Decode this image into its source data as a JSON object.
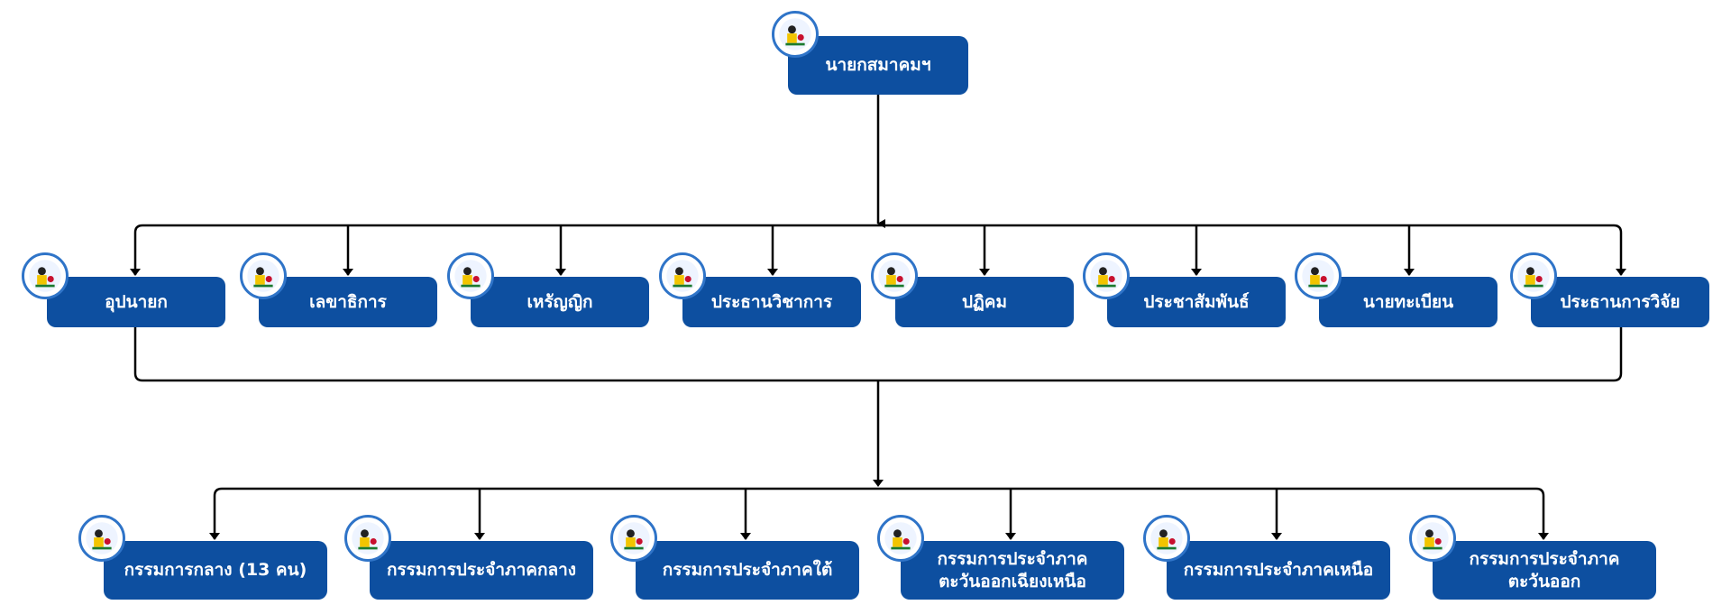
{
  "top": {
    "label": "นายกสมาคมฯ"
  },
  "officers": [
    {
      "label": "อุปนายก"
    },
    {
      "label": "เลขาธิการ"
    },
    {
      "label": "เหรัญญิก"
    },
    {
      "label": "ประธานวิชาการ"
    },
    {
      "label": "ปฏิคม"
    },
    {
      "label": "ประชาสัมพันธ์"
    },
    {
      "label": "นายทะเบียน"
    },
    {
      "label": "ประธานการวิจัย"
    }
  ],
  "committees": [
    {
      "label": "กรรมการกลาง (13 คน)"
    },
    {
      "label": "กรรมการประจำภาคกลาง"
    },
    {
      "label": "กรรมการประจำภาคใต้"
    },
    {
      "label": "กรรมการประจำภาค\nตะวันออกเฉียงเหนือ"
    },
    {
      "label": "กรรมการประจำภาคเหนือ"
    },
    {
      "label": "กรรมการประจำภาค\nตะวันออก"
    }
  ],
  "colors": {
    "box": "#0d4fa0",
    "line": "#000000",
    "logo_ring": "#2f74c8",
    "text": "#ffffff"
  },
  "icons": {
    "logo": "association-seal-icon"
  }
}
